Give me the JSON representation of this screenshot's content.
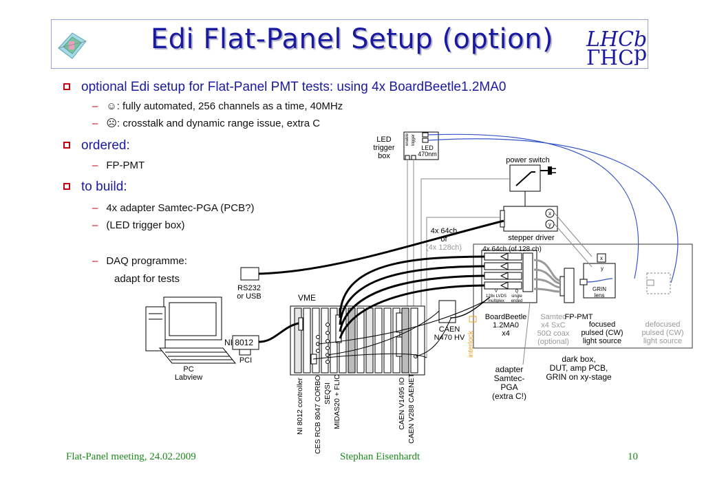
{
  "title": "Edi Flat-Panel Setup (option)",
  "logo_text": "LHCb",
  "bullets": [
    {
      "text": "optional Edi setup for Flat-Panel PMT tests: using 4x BoardBeetle1.2MA0",
      "subs": [
        "☺: fully automated, 256 channels as a time, 40MHz",
        "☹: crosstalk and dynamic range issue, extra C"
      ]
    },
    {
      "text": "ordered:",
      "subs": [
        "FP-PMT"
      ]
    },
    {
      "text": "to build:",
      "subs": [
        "4x adapter Samtec-PGA  (PCB?)",
        "(LED trigger box)",
        "DAQ programme:"
      ],
      "extra": "adapt for tests"
    }
  ],
  "diagram": {
    "led_box": [
      "LED",
      "trigger",
      "box"
    ],
    "led_inner": [
      "LED",
      "470nm"
    ],
    "enable": "enable",
    "trigger": "trigger",
    "power_switch": "power switch",
    "stepper_driver": "stepper driver",
    "x": "x",
    "y": "y",
    "ch_label": [
      "4x 64ch",
      "of",
      "(4x 128ch)"
    ],
    "ch_label2": "4x 64ch (of 128 ch)",
    "rs232": [
      "RS232",
      "or USB"
    ],
    "vme": "VME",
    "pc": [
      "PC",
      "Labview"
    ],
    "ni": "NI 8012",
    "pci": "PCI",
    "caen_hv": [
      "CAEN",
      "N470 HV"
    ],
    "interlock": "interlock",
    "lvds": [
      "V",
      "128x LVDS",
      "multiplex"
    ],
    "q_single": [
      "Q",
      "single",
      "ended"
    ],
    "grin": [
      "GRIN",
      "lens"
    ],
    "board_beetle": [
      "BoardBeetle",
      "1.2MA0",
      "x4"
    ],
    "samtec": [
      "Samtec",
      "x4 SxC",
      "50Ω coax",
      "(optional)"
    ],
    "fp_pmt": "FP-PMT",
    "focused": [
      "focused",
      "pulsed (CW)",
      "light source"
    ],
    "defocused": [
      "defocused",
      "pulsed (CW)",
      "light source"
    ],
    "dark_box": [
      "dark box,",
      "DUT, amp PCB,",
      "GRIN on xy-stage"
    ],
    "adapter": [
      "adapter",
      "Samtec-",
      "PGA",
      "(extra C!)"
    ],
    "crate_labels": [
      "NI 8012 controller",
      "CES RCB 8047 CORBO",
      "SEQSI",
      "MIDAS20 + FLIC",
      "CAEN V1495 IO",
      "CAEN V288 CAENET"
    ]
  },
  "footer": {
    "left": "Flat-Panel meeting, 24.02.2009",
    "center": "Stephan Eisenhardt",
    "right": "10"
  }
}
